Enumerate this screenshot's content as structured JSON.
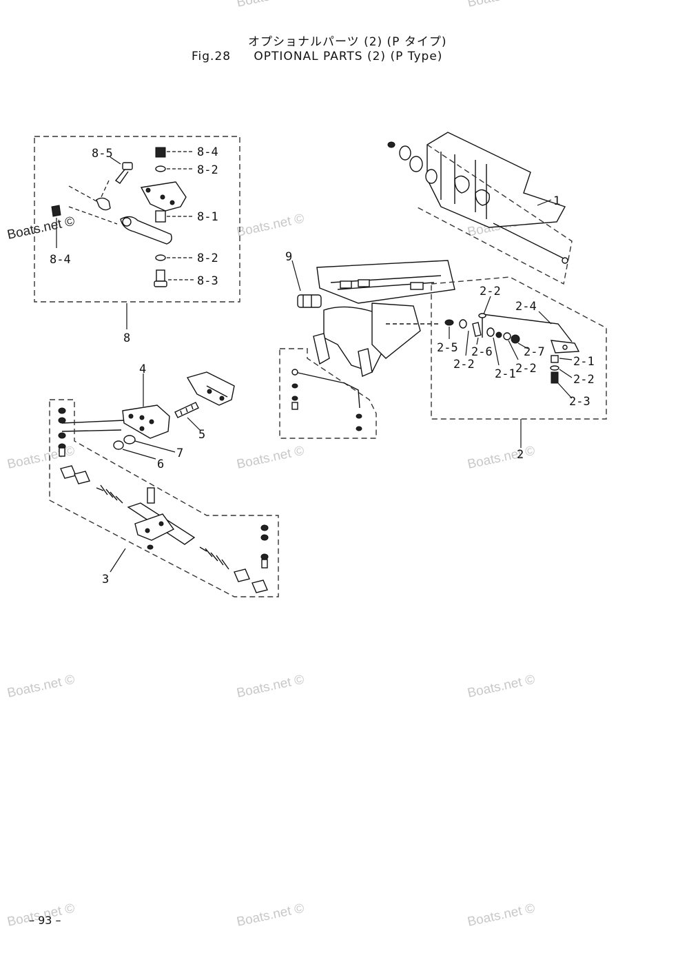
{
  "header": {
    "title_jp": "オプショナルパーツ (2) (P タイプ)",
    "fig_number": "Fig.28",
    "title_en": "OPTIONAL PARTS (2) (P Type)"
  },
  "page_number": "– 93 –",
  "watermark": "Boats.net ©",
  "callouts": {
    "c8_5": "8-5",
    "c8_4a": "8-4",
    "c8_2a": "8-2",
    "c8_1": "8-1",
    "c8_4b": "8-4",
    "c8_2b": "8-2",
    "c8_3": "8-3",
    "c8": "8",
    "c1": "1",
    "c9": "9",
    "c2_2a": "2-2",
    "c2_4": "2-4",
    "c2_5": "2-5",
    "c2_6": "2-6",
    "c2_2b": "2-2",
    "c2_7": "2-7",
    "c2_1a": "2-1",
    "c2_1b": "2-1",
    "c2_2c": "2-2",
    "c2_2d": "2-2",
    "c2_3": "2-3",
    "c2": "2",
    "c4": "4",
    "c5": "5",
    "c7": "7",
    "c6": "6",
    "c3": "3"
  }
}
